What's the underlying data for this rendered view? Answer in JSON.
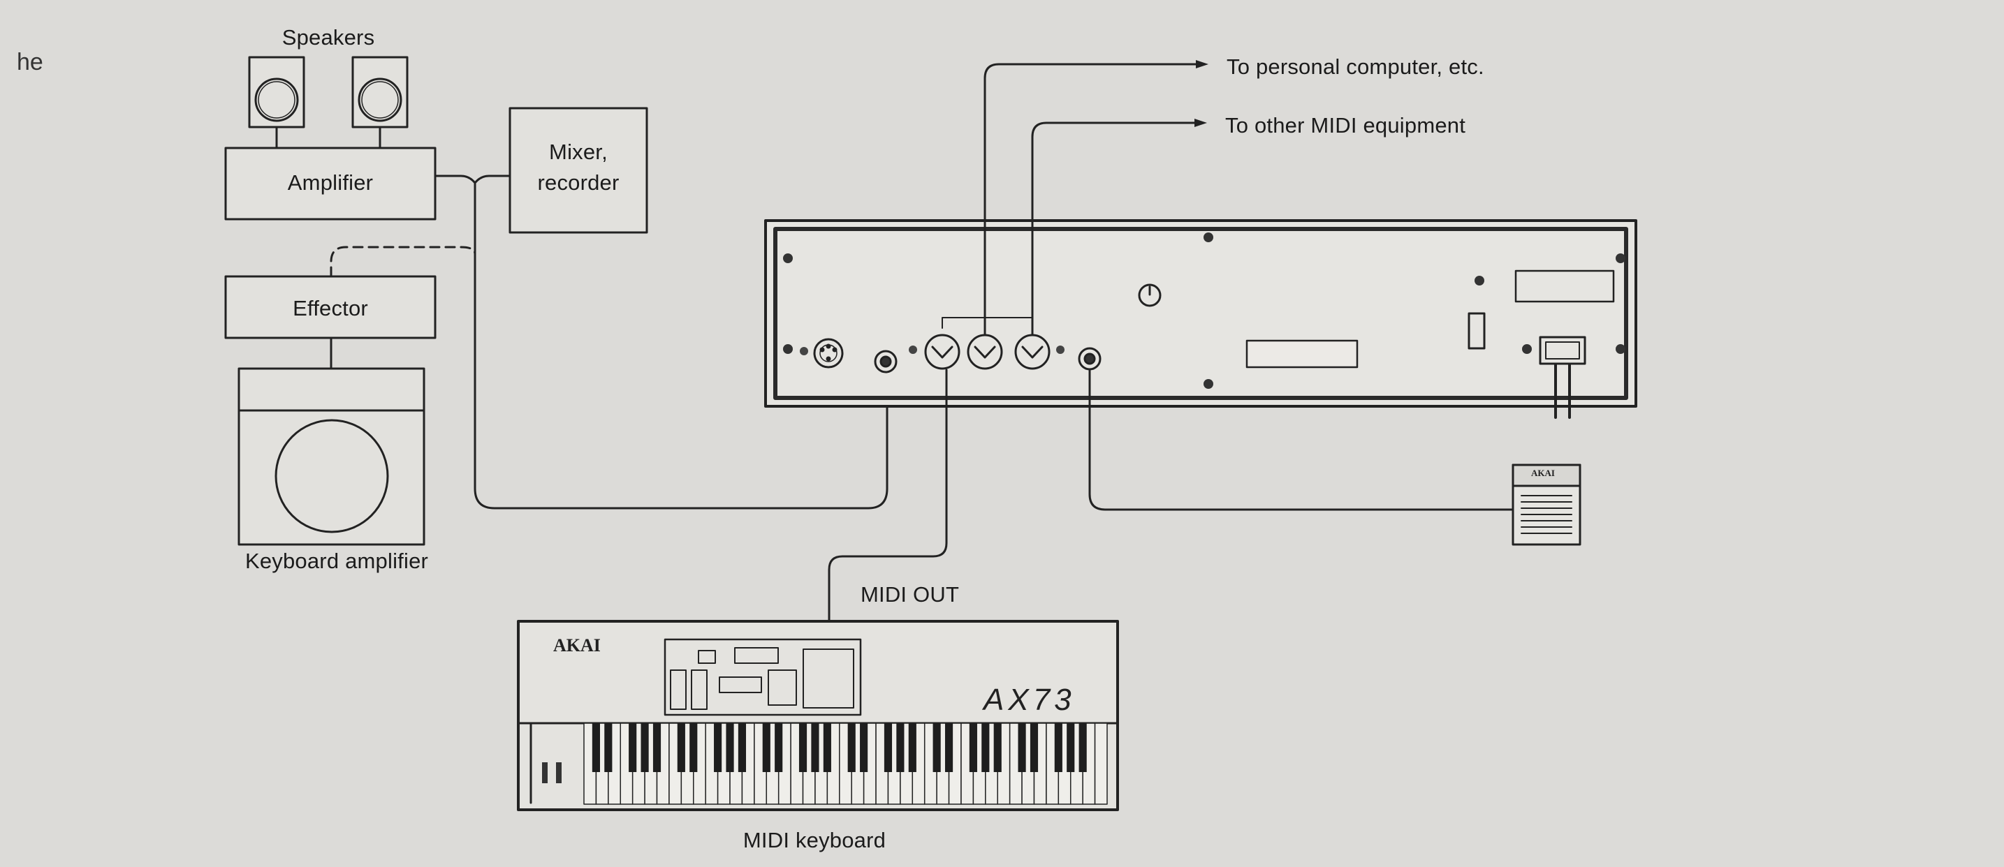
{
  "corner_text": "he",
  "labels": {
    "speakers": "Speakers",
    "amplifier": "Amplifier",
    "mixer_line1": "Mixer,",
    "mixer_line2": "recorder",
    "effector": "Effector",
    "keyboard_amplifier": "Keyboard amplifier",
    "to_personal_computer": "To personal computer, etc.",
    "to_other_midi": "To other MIDI equipment",
    "midi_out": "MIDI OUT",
    "midi_keyboard": "MIDI keyboard"
  },
  "keyboard": {
    "brand": "AKAI",
    "model": "AX73"
  },
  "pedal": {
    "brand": "AKAI"
  },
  "colors": {
    "paper": "#dcdbd8",
    "ink": "#1b1b1b",
    "panel_fill": "#e4e3df",
    "panel_border": "#2a2a2a"
  }
}
